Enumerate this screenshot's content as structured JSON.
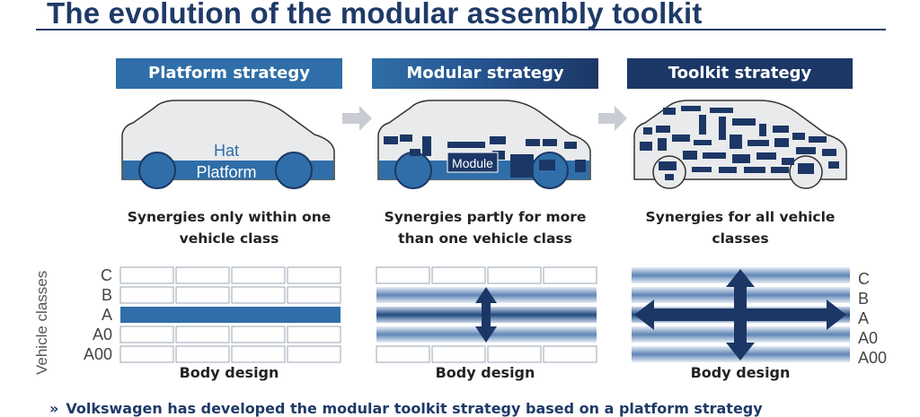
{
  "title": "The evolution of the modular assembly toolkit",
  "headers": [
    "Platform strategy",
    "Modular strategy",
    "Toolkit strategy"
  ],
  "car_labels": {
    "hat": "Hat",
    "platform": "Platform",
    "module": "Module"
  },
  "descriptions": [
    "Synergies only within one vehicle class",
    "Synergies partly for more than one vehicle class",
    "Synergies for all vehicle classes"
  ],
  "body_design": "Body design",
  "axis_label": "Vehicle classes",
  "classes": [
    "C",
    "B",
    "A",
    "A0",
    "A00"
  ],
  "footer": "Volkswagen has developed the modular toolkit strategy based on a platform strategy",
  "footer_marker": "»",
  "colors": {
    "navy": "#1c3766",
    "blue": "#2f6ea8",
    "title": "#1f3a68"
  }
}
